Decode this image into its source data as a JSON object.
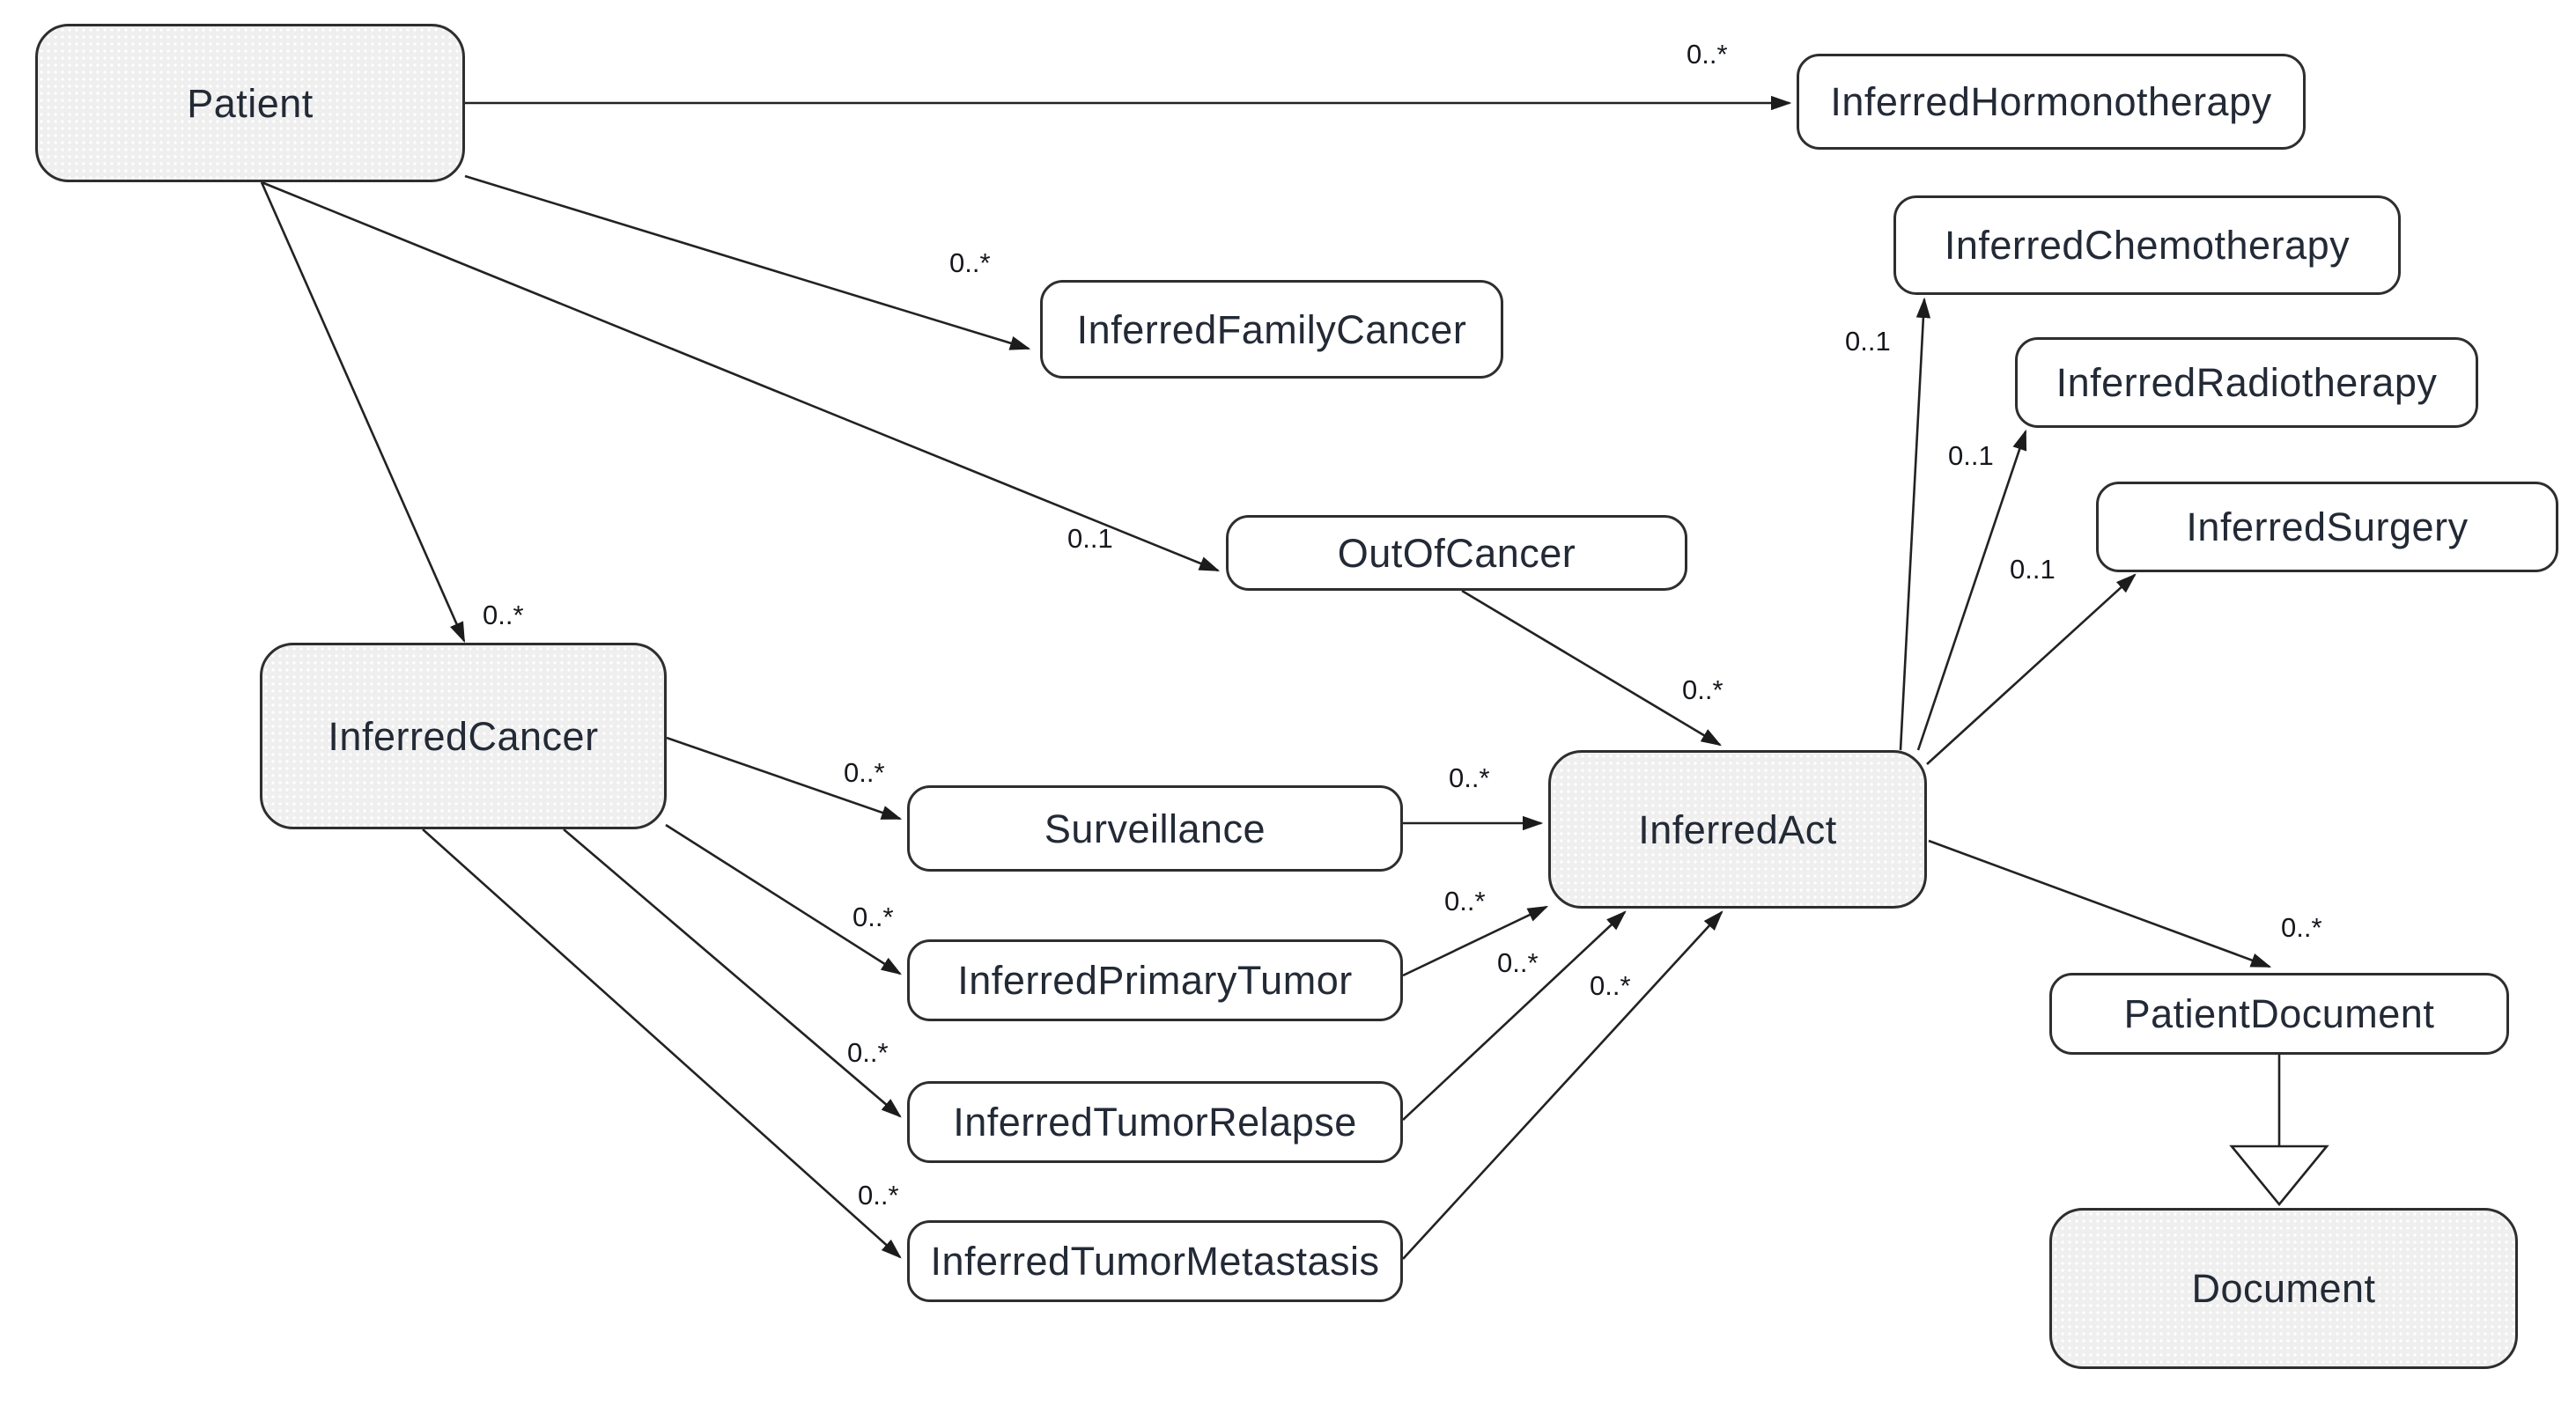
{
  "diagram": {
    "kind": "uml-class-diagram",
    "background_color": "#ffffff",
    "node_border_color": "#2e2e2e",
    "node_fill_default": "#ffffff",
    "node_fill_emphasis": "#efefef",
    "node_text_color": "#232a36",
    "edge_color": "#222222",
    "edge_label_color": "#15181d"
  },
  "nodes": {
    "patient": {
      "label": "Patient",
      "emphasis": true
    },
    "inferredHormonotherapy": {
      "label": "InferredHormonotherapy",
      "emphasis": false
    },
    "inferredChemotherapy": {
      "label": "InferredChemotherapy",
      "emphasis": false
    },
    "inferredRadiotherapy": {
      "label": "InferredRadiotherapy",
      "emphasis": false
    },
    "inferredSurgery": {
      "label": "InferredSurgery",
      "emphasis": false
    },
    "inferredFamilyCancer": {
      "label": "InferredFamilyCancer",
      "emphasis": false
    },
    "outOfCancer": {
      "label": "OutOfCancer",
      "emphasis": false
    },
    "inferredCancer": {
      "label": "InferredCancer",
      "emphasis": true
    },
    "surveillance": {
      "label": "Surveillance",
      "emphasis": false
    },
    "inferredAct": {
      "label": "InferredAct",
      "emphasis": true
    },
    "inferredPrimaryTumor": {
      "label": "InferredPrimaryTumor",
      "emphasis": false
    },
    "inferredTumorRelapse": {
      "label": "InferredTumorRelapse",
      "emphasis": false
    },
    "inferredTumorMetastasis": {
      "label": "InferredTumorMetastasis",
      "emphasis": false
    },
    "patientDocument": {
      "label": "PatientDocument",
      "emphasis": false
    },
    "document": {
      "label": "Document",
      "emphasis": true
    }
  },
  "edges": [
    {
      "from": "Patient",
      "to": "InferredHormonotherapy",
      "multiplicity": "0..*",
      "type": "association"
    },
    {
      "from": "Patient",
      "to": "InferredFamilyCancer",
      "multiplicity": "0..*",
      "type": "association"
    },
    {
      "from": "Patient",
      "to": "OutOfCancer",
      "multiplicity": "0..1",
      "type": "association"
    },
    {
      "from": "Patient",
      "to": "InferredCancer",
      "multiplicity": "0..*",
      "type": "association"
    },
    {
      "from": "InferredCancer",
      "to": "Surveillance",
      "multiplicity": "0..*",
      "type": "association"
    },
    {
      "from": "InferredCancer",
      "to": "InferredPrimaryTumor",
      "multiplicity": "0..*",
      "type": "association"
    },
    {
      "from": "InferredCancer",
      "to": "InferredTumorRelapse",
      "multiplicity": "0..*",
      "type": "association"
    },
    {
      "from": "InferredCancer",
      "to": "InferredTumorMetastasis",
      "multiplicity": "0..*",
      "type": "association"
    },
    {
      "from": "Surveillance",
      "to": "InferredAct",
      "multiplicity": "0..*",
      "type": "association"
    },
    {
      "from": "InferredPrimaryTumor",
      "to": "InferredAct",
      "multiplicity": "0..*",
      "type": "association"
    },
    {
      "from": "InferredTumorRelapse",
      "to": "InferredAct",
      "multiplicity": "0..*",
      "type": "association"
    },
    {
      "from": "InferredTumorMetastasis",
      "to": "InferredAct",
      "multiplicity": "0..*",
      "type": "association"
    },
    {
      "from": "OutOfCancer",
      "to": "InferredAct",
      "multiplicity": "0..*",
      "type": "association"
    },
    {
      "from": "InferredAct",
      "to": "InferredChemotherapy",
      "multiplicity": "0..1",
      "type": "association"
    },
    {
      "from": "InferredAct",
      "to": "InferredRadiotherapy",
      "multiplicity": "0..1",
      "type": "association"
    },
    {
      "from": "InferredAct",
      "to": "InferredSurgery",
      "multiplicity": "0..1",
      "type": "association"
    },
    {
      "from": "InferredAct",
      "to": "PatientDocument",
      "multiplicity": "0..*",
      "type": "association"
    },
    {
      "from": "PatientDocument",
      "to": "Document",
      "multiplicity": "",
      "type": "generalization"
    }
  ]
}
